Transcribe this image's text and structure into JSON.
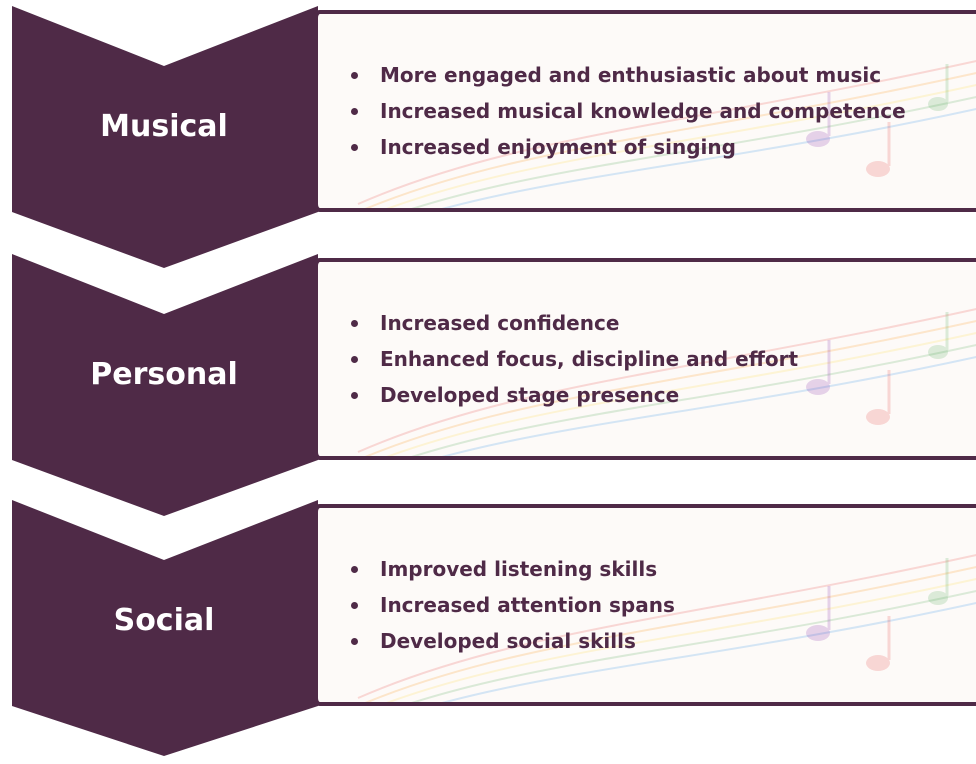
{
  "colors": {
    "chevron": "#4f2a47",
    "text": "#4f2a47",
    "box_border": "#4f2a47"
  },
  "rows": [
    {
      "label": "Musical",
      "items": [
        "More engaged and enthusiastic about music",
        "Increased musical knowledge and competence",
        "Increased enjoyment of singing"
      ]
    },
    {
      "label": "Personal",
      "items": [
        "Increased confidence",
        "Enhanced focus, discipline and effort",
        "Developed stage presence"
      ]
    },
    {
      "label": "Social",
      "items": [
        "Improved listening skills",
        "Increased attention spans",
        "Developed social skills"
      ]
    }
  ]
}
